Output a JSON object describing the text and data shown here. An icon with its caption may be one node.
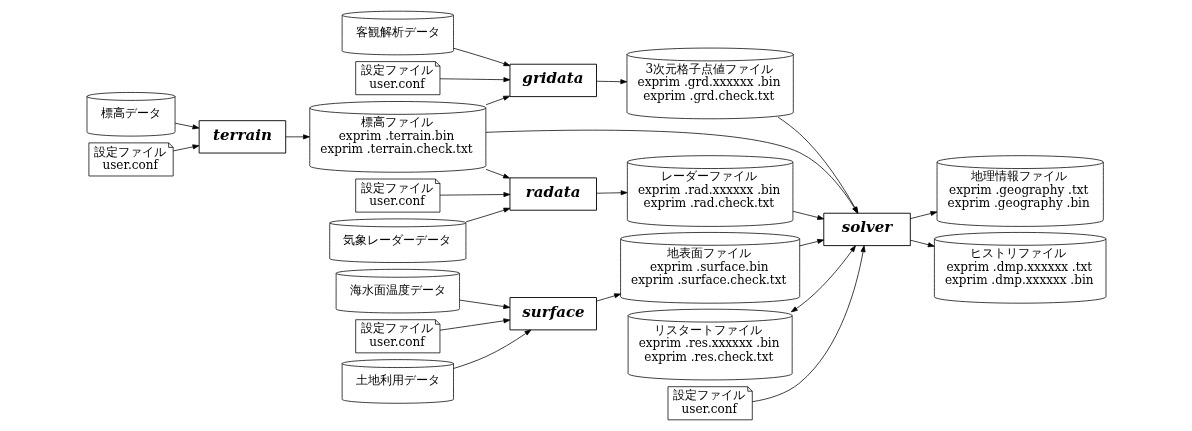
{
  "diagram": {
    "nodes": [
      {
        "text": [
          "客観解析データ"
        ]
      },
      {
        "text": [
          "設定ファイル",
          "user.conf"
        ]
      },
      {
        "text": [
          "gridata"
        ]
      },
      {
        "text": [
          "3次元格子点値ファイル",
          "exprim .grd.xxxxxx .bin",
          "exprim .grd.check.txt"
        ]
      },
      {
        "text": [
          "標高データ"
        ]
      },
      {
        "text": [
          "terrain"
        ]
      },
      {
        "text": [
          "設定ファイル",
          "user.conf"
        ]
      },
      {
        "text": [
          "標高ファイル",
          "exprim .terrain.bin",
          "exprim .terrain.check.txt"
        ]
      },
      {
        "text": [
          "土地利用データ"
        ]
      },
      {
        "text": [
          "海水面温度データ"
        ]
      },
      {
        "text": [
          "surface"
        ]
      },
      {
        "text": [
          "設定ファイル",
          "user.conf"
        ]
      },
      {
        "text": [
          "地表面ファイル",
          "exprim .surface.bin",
          "exprim .surface.check.txt"
        ]
      },
      {
        "text": [
          "リスタートファイル",
          "exprim .res.xxxxxx .bin",
          "exprim .res.check.txt"
        ]
      },
      {
        "text": [
          "solver"
        ]
      },
      {
        "text": [
          "地理情報ファイル",
          "exprim .geography .txt",
          "exprim .geography .bin"
        ]
      },
      {
        "text": [
          "ヒストリファイル",
          "exprim .dmp.xxxxxx .txt",
          "exprim .dmp.xxxxxx .bin"
        ]
      },
      {
        "text": [
          "設定ファイル",
          "user.conf"
        ]
      },
      {
        "text": [
          "レーダーファイル",
          "exprim .rad.xxxxxx .bin",
          "exprim .rad.check.txt"
        ]
      },
      {
        "text": [
          "気象レーダーデータ"
        ]
      },
      {
        "text": [
          "radata"
        ]
      },
      {
        "text": [
          "設定ファイル",
          "user.conf"
        ]
      }
    ],
    "edges": [
      {
        "from": 0,
        "to": 2,
        "arrow": "to"
      },
      {
        "from": 1,
        "to": 2,
        "arrow": "to"
      },
      {
        "from": 2,
        "to": 3,
        "arrow": "to"
      },
      {
        "from": 4,
        "to": 5,
        "arrow": "to"
      },
      {
        "from": 6,
        "to": 5,
        "arrow": "to"
      },
      {
        "from": 5,
        "to": 7,
        "arrow": "to"
      },
      {
        "from": 7,
        "to": 2,
        "arrow": "to"
      },
      {
        "from": 8,
        "to": 10,
        "arrow": "to"
      },
      {
        "from": 9,
        "to": 10,
        "arrow": "to"
      },
      {
        "from": 11,
        "to": 10,
        "arrow": "to"
      },
      {
        "from": 10,
        "to": 12,
        "arrow": "to"
      },
      {
        "from": 3,
        "to": 14,
        "arrow": "to"
      },
      {
        "from": 7,
        "to": 14,
        "arrow": "to"
      },
      {
        "from": 12,
        "to": 14,
        "arrow": "to"
      },
      {
        "from": 13,
        "to": 14,
        "arrow": "both"
      },
      {
        "from": 14,
        "to": 15,
        "arrow": "to"
      },
      {
        "from": 14,
        "to": 16,
        "arrow": "to"
      },
      {
        "from": 17,
        "to": 14,
        "arrow": "to"
      },
      {
        "from": 18,
        "to": 14,
        "arrow": "to"
      },
      {
        "from": 7,
        "to": 20,
        "arrow": "to"
      },
      {
        "from": 20,
        "to": 18,
        "arrow": "to"
      },
      {
        "from": 19,
        "to": 20,
        "arrow": "to"
      },
      {
        "from": 21,
        "to": 20,
        "arrow": "to"
      }
    ]
  }
}
